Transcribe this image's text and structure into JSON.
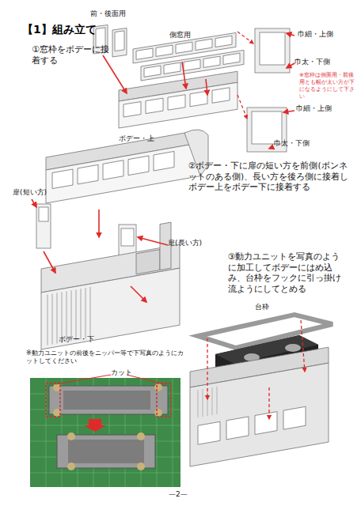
{
  "diagram": {
    "title": "【1】組み立て",
    "labels": [
      "①窓枠をボデーに接着する",
      "前・後面用",
      "側窓用",
      "巾細・上側",
      "巾太・下側",
      "※窓枠は側面用・前後用とも幅が太い方が下になるようにして下さい",
      "巾細・上側",
      "巾太・下側",
      "ボデー・上",
      "②ボデー・下に扉の短い方を前側(ボンネットのある側)、長い方を後ろ側に接着しボデー上をボデー下に接着する",
      "扉(短い方)",
      "扉(長い方)",
      "③動力ユニットを写真のように加工してボデーにはめ込み、台枠をフックに引っ掛け流ようにしてとめる",
      "ボデー・下",
      "台枠",
      "※動力ユニットの前後をニッパー等で下写真のようにカットしてください",
      "カット",
      "—2—"
    ]
  }
}
